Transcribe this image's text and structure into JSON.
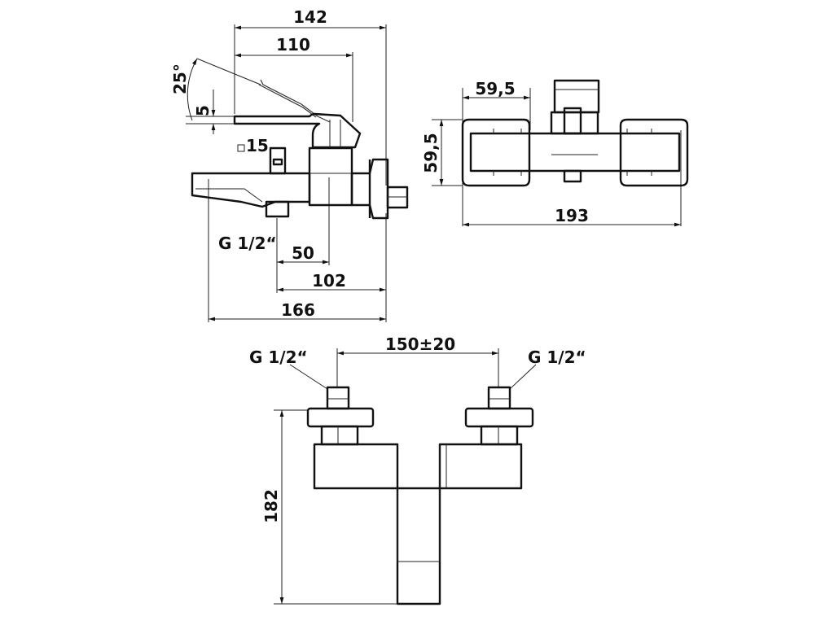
{
  "labels": {
    "width_total": "142",
    "lever_length": "110",
    "lever_angle": "25°",
    "lever_height": "5",
    "square": "15",
    "thread_side": "G 1/2“",
    "spout_50": "50",
    "spout_102": "102",
    "depth_166": "166",
    "top_width": "59,5",
    "top_height": "59,5",
    "top_length": "193",
    "spacing": "150±20",
    "thread_left": "G 1/2“",
    "thread_right": "G 1/2“",
    "height_182": "182"
  }
}
